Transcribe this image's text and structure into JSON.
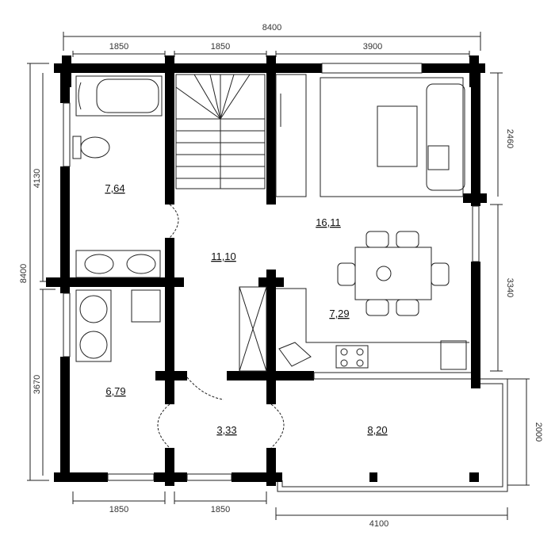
{
  "plan": {
    "dimensions": {
      "top_total": "8400",
      "top_segments": [
        "1850",
        "1850",
        "3900"
      ],
      "left_total": "8400",
      "left_segments": [
        "4130",
        "3670"
      ],
      "right_segments": [
        "2460",
        "3340",
        "2000"
      ],
      "bottom_segments": [
        "1850",
        "1850"
      ],
      "bottom_terrace": "4100"
    },
    "rooms": {
      "bathroom": "7,64",
      "hall": "11,10",
      "living": "16,11",
      "kitchen": "7,29",
      "boiler": "6,79",
      "vestibule": "3,33",
      "terrace": "8,20"
    }
  }
}
